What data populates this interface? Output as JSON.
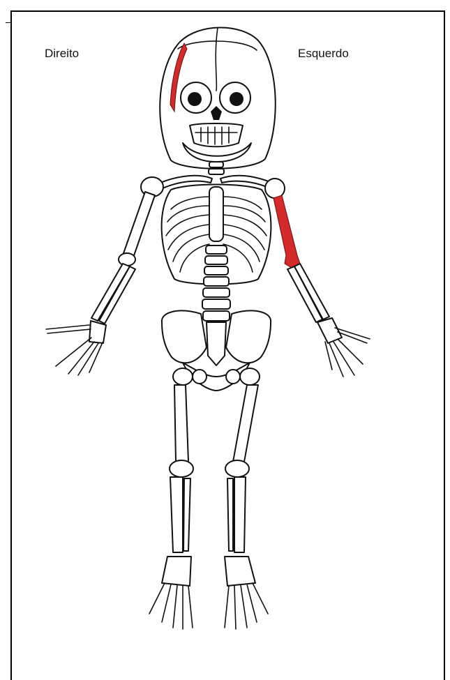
{
  "labels": {
    "right_side": "Direito",
    "left_side": "Esquerdo"
  },
  "colors": {
    "highlight": "#d42a2a",
    "ink": "#111111",
    "background": "#ffffff"
  },
  "highlighted_bones": [
    "right-parietal-frontal-skull",
    "left-humerus"
  ]
}
